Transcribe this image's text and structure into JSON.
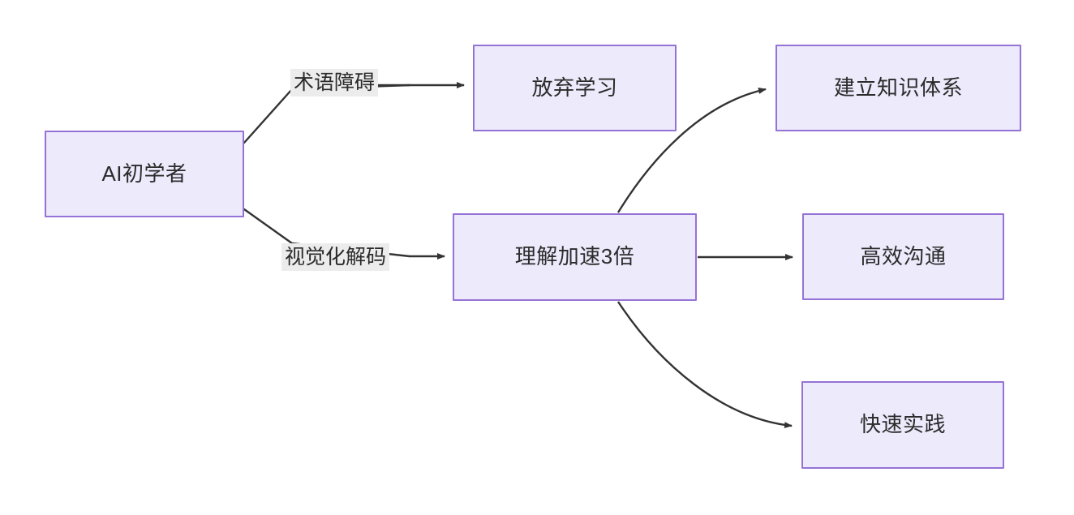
{
  "diagram": {
    "type": "flowchart",
    "direction": "left-to-right",
    "theme": {
      "node_fill": "#ECEAFB",
      "node_border": "#9573D6",
      "node_text": "#2b2b2b",
      "edge_stroke": "#333333",
      "edge_label_background": "#ECECEC",
      "canvas_background": "#ffffff"
    },
    "nodes": [
      {
        "id": "n1",
        "label": "AI初学者"
      },
      {
        "id": "n2",
        "label": "放弃学习"
      },
      {
        "id": "n3",
        "label": "理解加速3倍"
      },
      {
        "id": "n4",
        "label": "建立知识体系"
      },
      {
        "id": "n5",
        "label": "高效沟通"
      },
      {
        "id": "n6",
        "label": "快速实践"
      }
    ],
    "edges": [
      {
        "id": "e1",
        "from": "n1",
        "to": "n2",
        "label": "术语障碍",
        "arrow": "single"
      },
      {
        "id": "e2",
        "from": "n1",
        "to": "n3",
        "label": "视觉化解码",
        "arrow": "single"
      },
      {
        "id": "e3",
        "from": "n3",
        "to": "n4",
        "label": "",
        "arrow": "single"
      },
      {
        "id": "e4",
        "from": "n3",
        "to": "n5",
        "label": "",
        "arrow": "single"
      },
      {
        "id": "e5",
        "from": "n3",
        "to": "n6",
        "label": "",
        "arrow": "single"
      }
    ]
  }
}
